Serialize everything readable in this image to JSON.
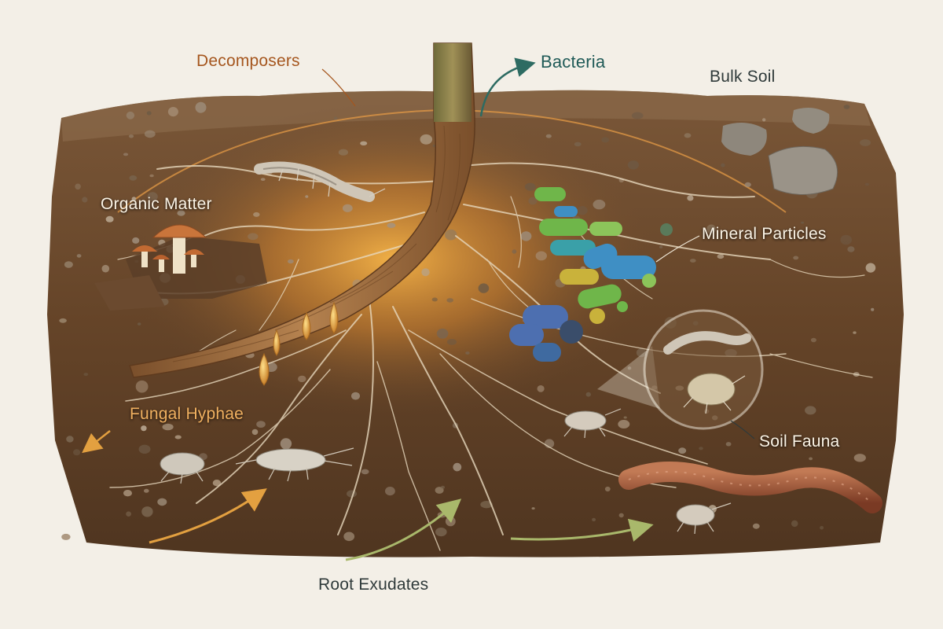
{
  "labels": {
    "decomposers": "Decomposers",
    "bacteria": "Bacteria",
    "bulk_soil": "Bulk Soil",
    "organic_matter": "Organic Matter",
    "mineral_particles": "Mineral Particles",
    "fungal_hyphae": "Fungal Hyphae",
    "soil_fauna": "Soil Fauna",
    "root_exudates": "Root Exudates"
  },
  "colors": {
    "background": "#f3efe7",
    "soil": "#6b4a2f",
    "soil_dark": "#4a321f",
    "root": "#9a6a3f",
    "glow": "#f0a33a",
    "decomposers_label": "#a5561e",
    "bacteria_label": "#1f5a57",
    "fungal_label": "#f0b060",
    "arrow_teal": "#2d6b62",
    "arrow_orange": "#e3a040",
    "arrow_green": "#a9b86b",
    "bacteria_cells": [
      "#6fb64a",
      "#3f8fc4",
      "#c9b23b",
      "#4d6fb0",
      "#8cc45a",
      "#3aa0a8"
    ]
  },
  "icons": [
    "mushroom-icon",
    "earthworm-icon",
    "springtail-icon",
    "mite-icon",
    "bacteria-cell-icon",
    "exudate-droplet-icon",
    "magnifier-icon"
  ]
}
